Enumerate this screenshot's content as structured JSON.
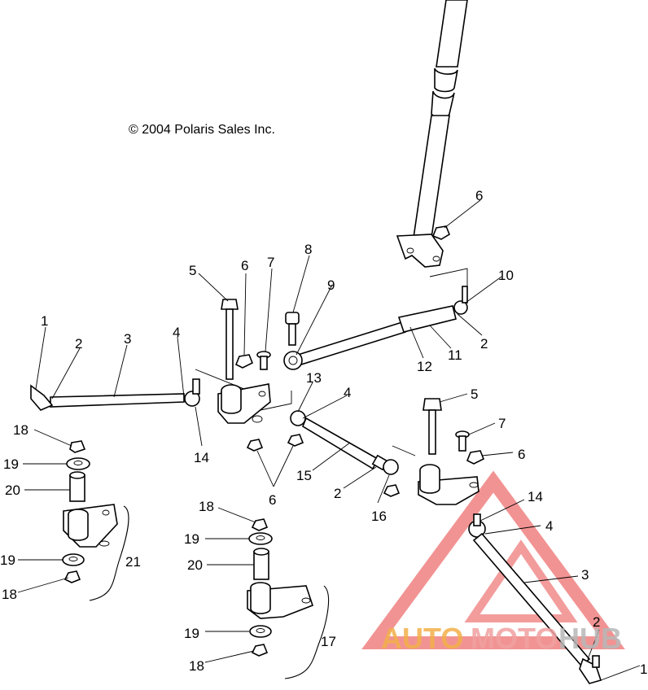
{
  "copyright": "© 2004 Polaris Sales Inc.",
  "watermark": {
    "part1": "AUTO",
    "part2": "MOTO",
    "part3": "HUB",
    "triangle_color": "#e83a3a"
  },
  "callouts": [
    {
      "id": "c1a",
      "text": "1"
    },
    {
      "id": "c2a",
      "text": "2"
    },
    {
      "id": "c3a",
      "text": "3"
    },
    {
      "id": "c4a",
      "text": "4"
    },
    {
      "id": "c5a",
      "text": "5"
    },
    {
      "id": "c6a",
      "text": "6"
    },
    {
      "id": "c7a",
      "text": "7"
    },
    {
      "id": "c8",
      "text": "8"
    },
    {
      "id": "c9",
      "text": "9"
    },
    {
      "id": "c6b",
      "text": "6"
    },
    {
      "id": "c10",
      "text": "10"
    },
    {
      "id": "c2b",
      "text": "2"
    },
    {
      "id": "c11",
      "text": "11"
    },
    {
      "id": "c12",
      "text": "12"
    },
    {
      "id": "c13",
      "text": "13"
    },
    {
      "id": "c4b",
      "text": "4"
    },
    {
      "id": "c14a",
      "text": "14"
    },
    {
      "id": "c5b",
      "text": "5"
    },
    {
      "id": "c7b",
      "text": "7"
    },
    {
      "id": "c6c",
      "text": "6"
    },
    {
      "id": "c15",
      "text": "15"
    },
    {
      "id": "c2c",
      "text": "2"
    },
    {
      "id": "c16",
      "text": "16"
    },
    {
      "id": "c6d",
      "text": "6"
    },
    {
      "id": "c18a",
      "text": "18"
    },
    {
      "id": "c19a",
      "text": "19"
    },
    {
      "id": "c20a",
      "text": "20"
    },
    {
      "id": "c19b",
      "text": "19"
    },
    {
      "id": "c18b",
      "text": "18"
    },
    {
      "id": "c21",
      "text": "21"
    },
    {
      "id": "c18c",
      "text": "18"
    },
    {
      "id": "c19c",
      "text": "19"
    },
    {
      "id": "c20b",
      "text": "20"
    },
    {
      "id": "c19d",
      "text": "19"
    },
    {
      "id": "c18d",
      "text": "18"
    },
    {
      "id": "c17",
      "text": "17"
    },
    {
      "id": "c14b",
      "text": "14"
    },
    {
      "id": "c4c",
      "text": "4"
    },
    {
      "id": "c3b",
      "text": "3"
    },
    {
      "id": "c2d",
      "text": "2"
    },
    {
      "id": "c1b",
      "text": "1"
    }
  ]
}
